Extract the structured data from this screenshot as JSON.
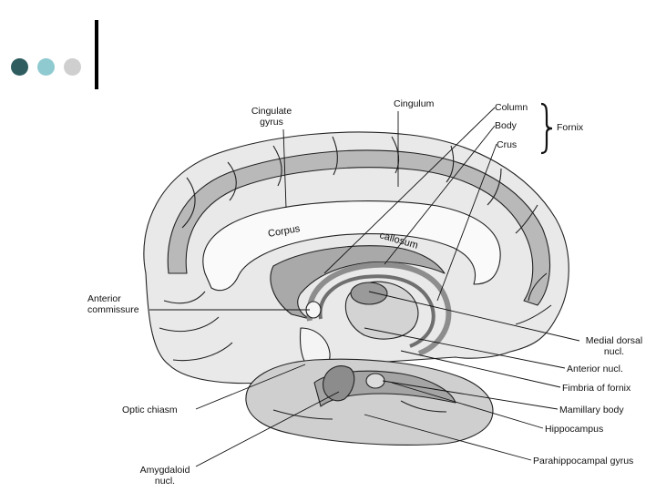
{
  "colors": {
    "dot_dark": "#2f5d5f",
    "dot_mid": "#8fcad0",
    "dot_light": "#cfcfcf",
    "accent_bar": "#000000"
  },
  "labels": {
    "cingulate_gyrus_1": "Cingulate",
    "cingulate_gyrus_2": "gyrus",
    "cingulum": "Cingulum",
    "column": "Column",
    "body": "Body",
    "crus": "Crus",
    "fornix": "Fornix",
    "corpus": "Corpus",
    "callosum": "callosum",
    "anterior_commissure_1": "Anterior",
    "anterior_commissure_2": "commissure",
    "medial_dorsal_1": "Medial dorsal",
    "medial_dorsal_2": "nucl.",
    "anterior_nucl": "Anterior nucl.",
    "fimbria": "Fimbria of fornix",
    "mamillary_body": "Mamillary body",
    "hippocampus": "Hippocampus",
    "parahippocampal": "Parahippocampal gyrus",
    "optic_chiasm": "Optic chiasm",
    "amygdaloid_1": "Amygdaloid",
    "amygdaloid_2": "nucl."
  }
}
